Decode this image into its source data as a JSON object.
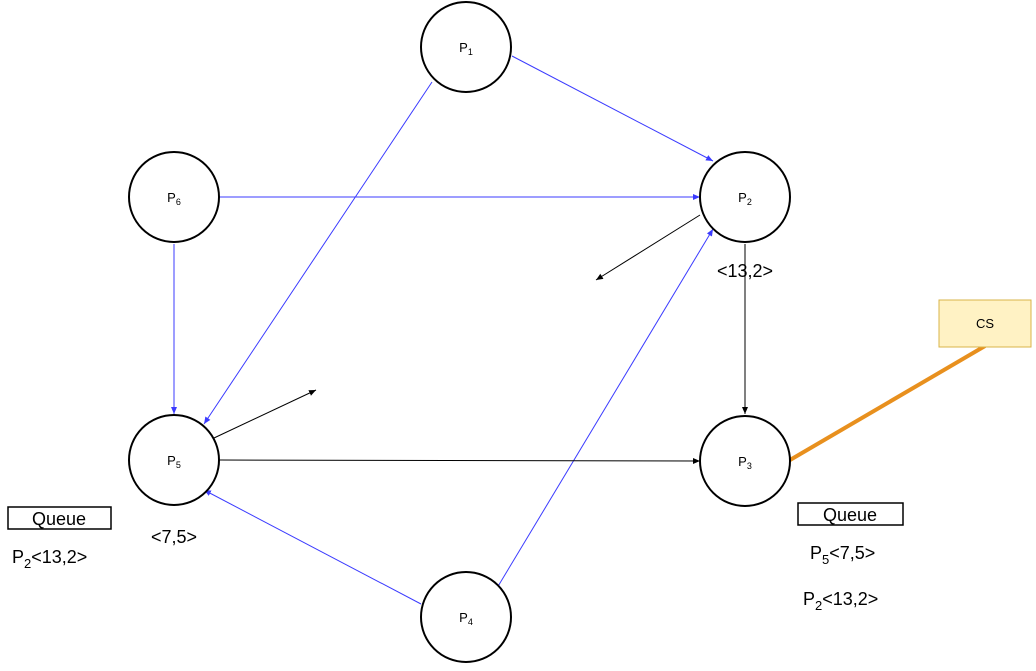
{
  "colors": {
    "message_edge": "#3b3bff",
    "reply_edge": "#000000",
    "cs_link": "#e8901e",
    "cs_fill": "#fff2c4",
    "cs_border": "#d9b44a"
  },
  "nodes": {
    "p1": {
      "base": "P",
      "sub": "1"
    },
    "p2": {
      "base": "P",
      "sub": "2"
    },
    "p3": {
      "base": "P",
      "sub": "3"
    },
    "p4": {
      "base": "P",
      "sub": "4"
    },
    "p5": {
      "base": "P",
      "sub": "5"
    },
    "p6": {
      "base": "P",
      "sub": "6"
    }
  },
  "timestamps": {
    "p2": "<13,2>",
    "p5": "<7,5>"
  },
  "critical_section": {
    "label": "CS"
  },
  "queues": {
    "left": {
      "title": "Queue",
      "entries": [
        {
          "base": "P",
          "sub": "2",
          "stamp": "<13,2>"
        }
      ]
    },
    "right": {
      "title": "Queue",
      "entries": [
        {
          "base": "P",
          "sub": "5",
          "stamp": "<7,5>"
        },
        {
          "base": "P",
          "sub": "2",
          "stamp": "<13,2>"
        }
      ]
    }
  }
}
